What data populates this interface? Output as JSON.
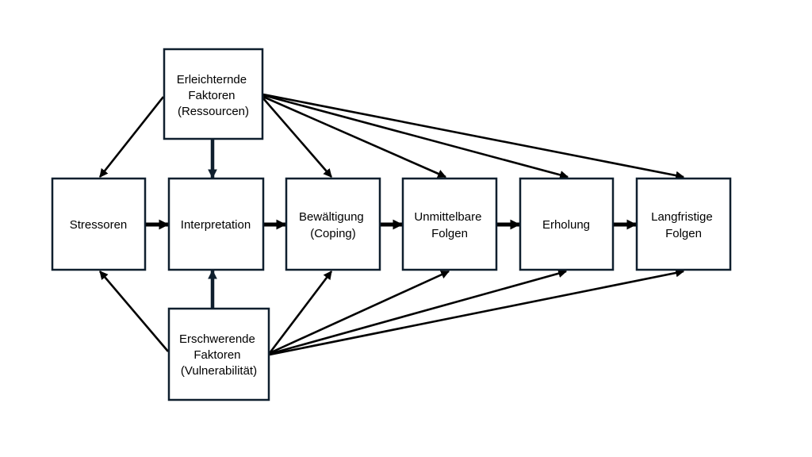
{
  "colors": {
    "border": "#0f1f2e",
    "arrow": "#000000",
    "background": "#ffffff",
    "text": "#000000"
  },
  "nodes": {
    "facilitating": {
      "lines": [
        "Erleichternde",
        "Faktoren",
        "(Ressourcen)"
      ]
    },
    "aggravating": {
      "lines": [
        "Erschwerende",
        "Faktoren",
        "(Vulnerabilität)"
      ]
    },
    "stressors": {
      "lines": [
        "Stressoren"
      ]
    },
    "interpretation": {
      "lines": [
        "Interpretation"
      ]
    },
    "coping": {
      "lines": [
        "Bewältigung",
        "(Coping)"
      ]
    },
    "immediate": {
      "lines": [
        "Unmittelbare",
        "Folgen"
      ]
    },
    "recovery": {
      "lines": [
        "Erholung"
      ]
    },
    "longterm": {
      "lines": [
        "Langfristige",
        "Folgen"
      ]
    }
  },
  "edges": [
    {
      "from": "stressors",
      "to": "interpretation",
      "style": "thick"
    },
    {
      "from": "interpretation",
      "to": "coping",
      "style": "thick"
    },
    {
      "from": "coping",
      "to": "immediate",
      "style": "thick"
    },
    {
      "from": "immediate",
      "to": "recovery",
      "style": "thick"
    },
    {
      "from": "recovery",
      "to": "longterm",
      "style": "thick"
    },
    {
      "from": "facilitating",
      "to": "stressors",
      "style": "thin"
    },
    {
      "from": "facilitating",
      "to": "interpretation",
      "style": "vertical"
    },
    {
      "from": "facilitating",
      "to": "coping",
      "style": "thin"
    },
    {
      "from": "facilitating",
      "to": "immediate",
      "style": "thin"
    },
    {
      "from": "facilitating",
      "to": "recovery",
      "style": "thin"
    },
    {
      "from": "facilitating",
      "to": "longterm",
      "style": "thin"
    },
    {
      "from": "aggravating",
      "to": "stressors",
      "style": "thin"
    },
    {
      "from": "aggravating",
      "to": "interpretation",
      "style": "vertical"
    },
    {
      "from": "aggravating",
      "to": "coping",
      "style": "thin"
    },
    {
      "from": "aggravating",
      "to": "immediate",
      "style": "thin"
    },
    {
      "from": "aggravating",
      "to": "recovery",
      "style": "thin"
    },
    {
      "from": "aggravating",
      "to": "longterm",
      "style": "thin"
    }
  ]
}
